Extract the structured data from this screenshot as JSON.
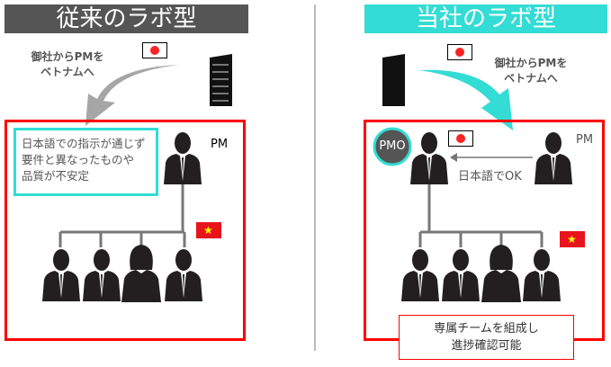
{
  "left": {
    "title": "従来のラボ型",
    "title_bg": "#555555",
    "note_line1": "御社からPMを",
    "note_line2": "ベトナムへ",
    "problem_lines": [
      "日本語での指示が通じず",
      "要件と異なったものや",
      "品質が不安定"
    ],
    "pm_label": "PM"
  },
  "right": {
    "title": "当社のラボ型",
    "title_bg": "#33dcd4",
    "note_line1": "御社からPMを",
    "note_line2": "ベトナムへ",
    "pmo_label": "PMO",
    "pm_label": "PM",
    "comm_label": "日本語でOK",
    "benefit_lines": [
      "専属チームを組成し",
      "進捗確認可能"
    ]
  },
  "colors": {
    "accent": "#33dcd4",
    "frame": "#ff0000"
  }
}
